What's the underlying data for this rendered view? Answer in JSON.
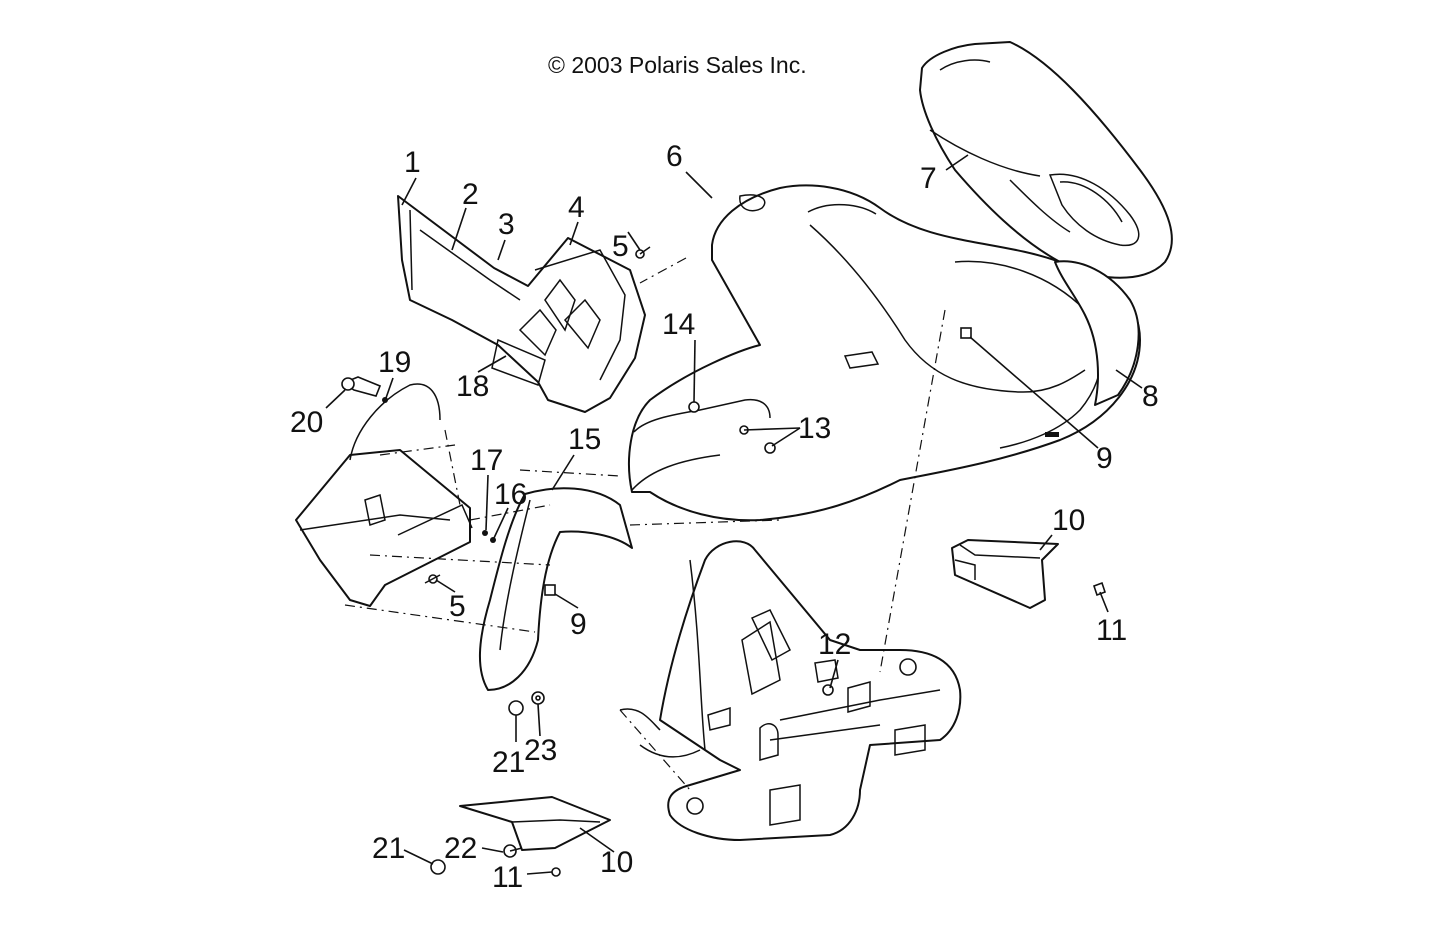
{
  "copyright": "© 2003 Polaris Sales Inc.",
  "callouts": [
    {
      "id": "c1",
      "label": "1"
    },
    {
      "id": "c2",
      "label": "2"
    },
    {
      "id": "c3",
      "label": "3"
    },
    {
      "id": "c4",
      "label": "4"
    },
    {
      "id": "c5a",
      "label": "5"
    },
    {
      "id": "c6",
      "label": "6"
    },
    {
      "id": "c7",
      "label": "7"
    },
    {
      "id": "c8",
      "label": "8"
    },
    {
      "id": "c9a",
      "label": "9"
    },
    {
      "id": "c10a",
      "label": "10"
    },
    {
      "id": "c11a",
      "label": "11"
    },
    {
      "id": "c12",
      "label": "12"
    },
    {
      "id": "c13",
      "label": "13"
    },
    {
      "id": "c14",
      "label": "14"
    },
    {
      "id": "c15",
      "label": "15"
    },
    {
      "id": "c16",
      "label": "16"
    },
    {
      "id": "c17",
      "label": "17"
    },
    {
      "id": "c18",
      "label": "18"
    },
    {
      "id": "c19",
      "label": "19"
    },
    {
      "id": "c20",
      "label": "20"
    },
    {
      "id": "c5b",
      "label": "5"
    },
    {
      "id": "c9b",
      "label": "9"
    },
    {
      "id": "c21a",
      "label": "21"
    },
    {
      "id": "c23",
      "label": "23"
    },
    {
      "id": "c21b",
      "label": "21"
    },
    {
      "id": "c22",
      "label": "22"
    },
    {
      "id": "c11b",
      "label": "11"
    },
    {
      "id": "c10b",
      "label": "10"
    }
  ]
}
